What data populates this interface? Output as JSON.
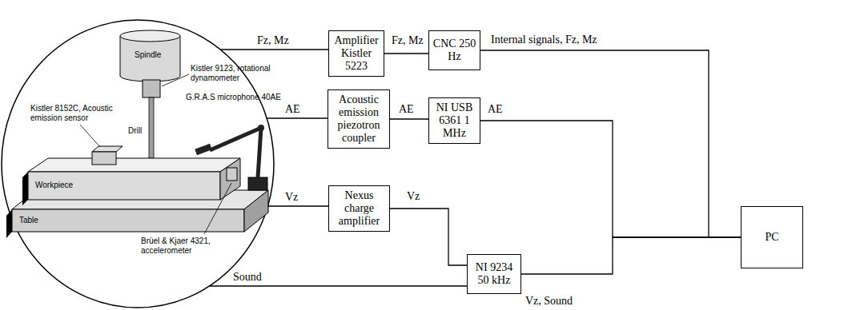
{
  "diagram": {
    "nodes": [
      {
        "text": [
          "Amplifier Kistler 5223"
        ]
      },
      {
        "text": [
          "CNC 250 Hz"
        ]
      },
      {
        "text": [
          "Acoustic emission piezotron coupler"
        ]
      },
      {
        "text": [
          "NI USB 6361 1 MHz"
        ]
      },
      {
        "text": [
          "Nexus charge amplifier"
        ]
      },
      {
        "text": [
          "NI 9234 50 kHz"
        ]
      },
      {
        "text": [
          "PC"
        ]
      }
    ],
    "edges": [
      {
        "from": 0,
        "to": 1,
        "label": "Fz, Mz",
        "arrow": "none"
      },
      {
        "from": 2,
        "to": 3,
        "label": "AE",
        "arrow": "none"
      },
      {
        "from": 3,
        "to": 6,
        "label": "AE",
        "arrow": "none"
      },
      {
        "from": 1,
        "to": 6,
        "label": "Internal signals, Fz, Mz",
        "arrow": "none"
      },
      {
        "from": 4,
        "to": 5,
        "label": "Vz",
        "arrow": "none"
      },
      {
        "from": 5,
        "to": 6,
        "label": "Vz, Sound",
        "arrow": "none"
      }
    ],
    "labels": [
      "Spindle",
      "Kistler 9123, rotational dynamometer",
      "Drill",
      "Kistler 8152C, Acoustic emission sensor",
      "G.R.A.S microphone 40AE",
      "Workpiece",
      "Table",
      "Brüel & Kjaer 4321, accelerometer",
      "Fz, Mz",
      "AE",
      "Vz",
      "Sound"
    ]
  }
}
